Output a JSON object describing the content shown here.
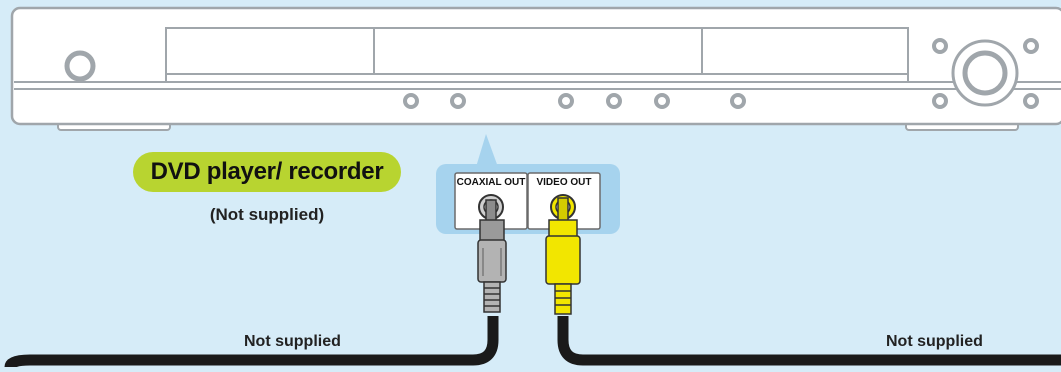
{
  "device": {
    "name": "DVD player/ recorder",
    "note": "(Not supplied)"
  },
  "ports": {
    "coaxial": "COAXIAL OUT",
    "video": "VIDEO OUT"
  },
  "cables": {
    "left_note": "Not supplied",
    "right_note": "Not supplied"
  },
  "colors": {
    "background": "#d6ecf8",
    "label_badge": "#b8d430",
    "video_plug": "#f2e600",
    "coaxial_plug": "#b3b3b3",
    "cable": "#1a1a1a"
  }
}
